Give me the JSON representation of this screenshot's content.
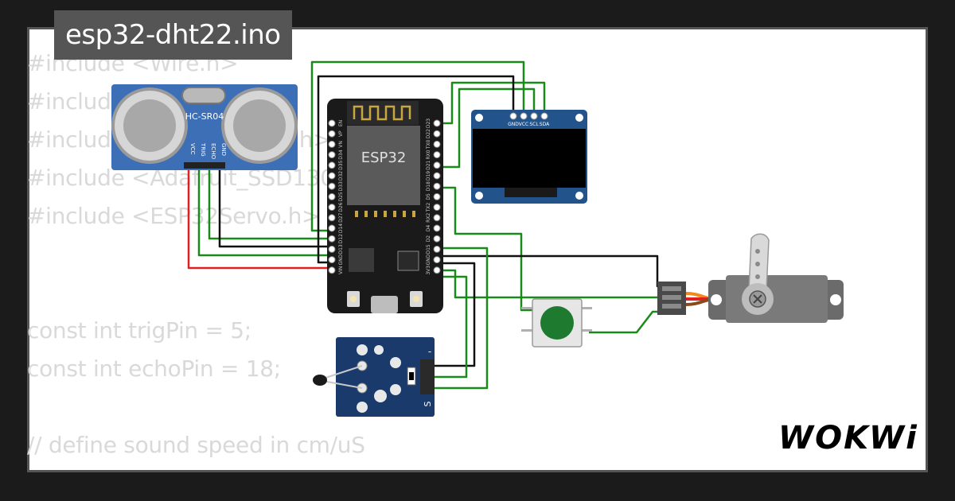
{
  "title": "esp32-dht22.ino",
  "code_lines": [
    "#include <Wire.h>",
    "#include <DHT.h>",
    "#include <Adafruit_GFX.h>",
    "#include <Adafruit_SSD1306.h>",
    "#include <ESP32Servo.h>",
    "",
    "",
    "const int trigPin = 5;",
    "const int echoPin = 18;",
    "",
    "// define sound speed in cm/uS"
  ],
  "components": {
    "ultrasonic": {
      "label": "HC-SR04",
      "pins": [
        "VCC",
        "TRIG",
        "ECHO",
        "GND"
      ],
      "color": "#3d6fb6"
    },
    "esp32": {
      "label": "ESP32",
      "left_pins": [
        "EN",
        "VP",
        "VN",
        "D34",
        "D35",
        "D32",
        "D33",
        "D25",
        "D26",
        "D27",
        "D14",
        "D12",
        "D13",
        "GND",
        "VIN"
      ],
      "right_pins": [
        "D23",
        "D22",
        "TX0",
        "RX0",
        "D21",
        "D19",
        "D18",
        "D5",
        "TX2",
        "RX2",
        "D4",
        "D2",
        "D15",
        "GND",
        "3V3"
      ]
    },
    "oled": {
      "pins": [
        "GND",
        "VCC",
        "SCL",
        "SDA"
      ],
      "color": "#22538a"
    },
    "ntc_sensor": {
      "label": "S",
      "minus": "-",
      "color": "#1a3a6b"
    },
    "pushbutton": {
      "color": "#1e7a2f"
    },
    "servo": {
      "color": "#6b6b6b"
    }
  },
  "wire_colors": {
    "green": "#1a8a1a",
    "black": "#111111",
    "red": "#e02020"
  },
  "logo": "WOKWi"
}
